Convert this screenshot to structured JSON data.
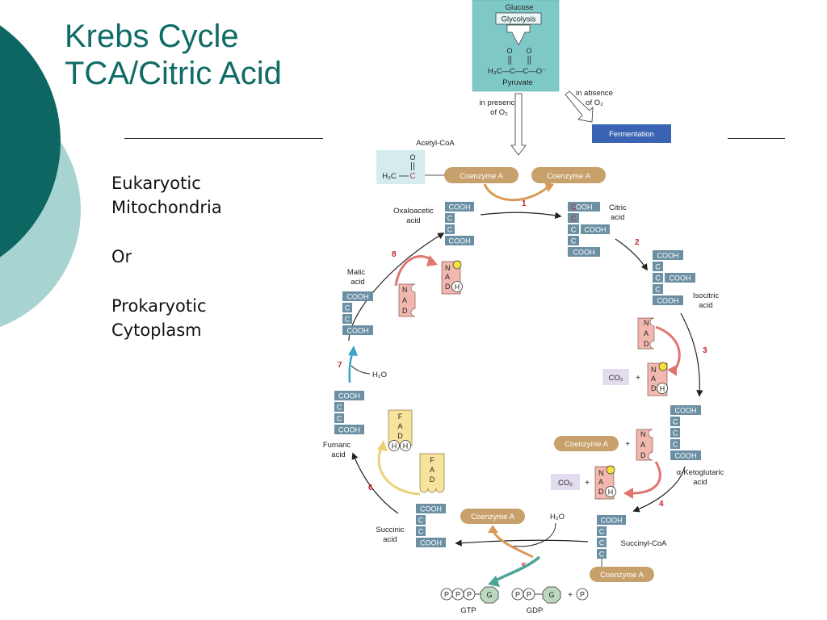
{
  "slide": {
    "title_lines": [
      "Krebs Cycle",
      "TCA/Citric Acid"
    ],
    "bullets": [
      "Eukaryotic",
      "Mitochondria",
      "",
      "Or",
      "",
      "Prokaryotic",
      "Cytoplasm"
    ]
  },
  "colors": {
    "title": "#0f6b66",
    "deco_dark": "#0d6661",
    "deco_light": "#a7d3d0",
    "box_teal": "#7fc8c8",
    "acid_block": "#6b8fa3",
    "coenzyme": "#c7a06c",
    "nad": "#f0b8ae",
    "fad": "#f7e39c",
    "fermentation": "#3a64b3",
    "step_number": "#c0262d",
    "co2_box": "#e3dcef",
    "gtp": "#bcd9c0",
    "arrow_blue": "#3aa3c9",
    "arrow_red": "#e07570",
    "arrow_orange": "#d99a55",
    "arrow_green": "#4aa597"
  },
  "diagram": {
    "top_box": {
      "glucose": "Glucose",
      "glycolysis": "Glycolysis",
      "O_a": "O",
      "O_b": "O",
      "pyruvate_formula": "H₃C—C—C—O⁻",
      "pyruvate": "Pyruvate"
    },
    "presence": [
      "in presence",
      "of O₂"
    ],
    "absence": [
      "in absence",
      "of O₂"
    ],
    "fermentation": "Fermentation",
    "acetyl_coa": {
      "label": "Acetyl-CoA",
      "O": "O",
      "formula_h3c": "H₃C",
      "formula_c": "C",
      "coenzyme_a": "Coenzyme A"
    },
    "coenzyme_a_released": "Coenzyme A",
    "steps": [
      "1",
      "2",
      "3",
      "4",
      "5",
      "6",
      "7",
      "8"
    ],
    "acids": {
      "oxaloacetic": [
        "Oxaloacetic",
        "acid"
      ],
      "citric": [
        "Citric",
        "acid"
      ],
      "isocitric": [
        "Isocitric",
        "acid"
      ],
      "ketoglutaric": [
        "α-Ketoglutaric",
        "acid"
      ],
      "succinyl_coa": "Succinyl-CoA",
      "succinic": [
        "Succinic",
        "acid"
      ],
      "fumaric": [
        "Fumaric",
        "acid"
      ],
      "malic": [
        "Malic",
        "acid"
      ]
    },
    "blocks": {
      "cooh": "COOH",
      "c": "C",
      "citric_c1_red": "C",
      "citric_c1_rest": "OOH"
    },
    "nad": [
      "N",
      "A",
      "D"
    ],
    "nadh_h": "H",
    "fad": [
      "F",
      "A",
      "D"
    ],
    "fadh_h": "H",
    "co2": "CO₂",
    "plus": "+",
    "h2o": "H₂O",
    "coenzyme_a": "Coenzyme A",
    "gtp": {
      "p": "P",
      "g": "G",
      "gtp_label": "GTP",
      "gdp_label": "GDP"
    }
  }
}
